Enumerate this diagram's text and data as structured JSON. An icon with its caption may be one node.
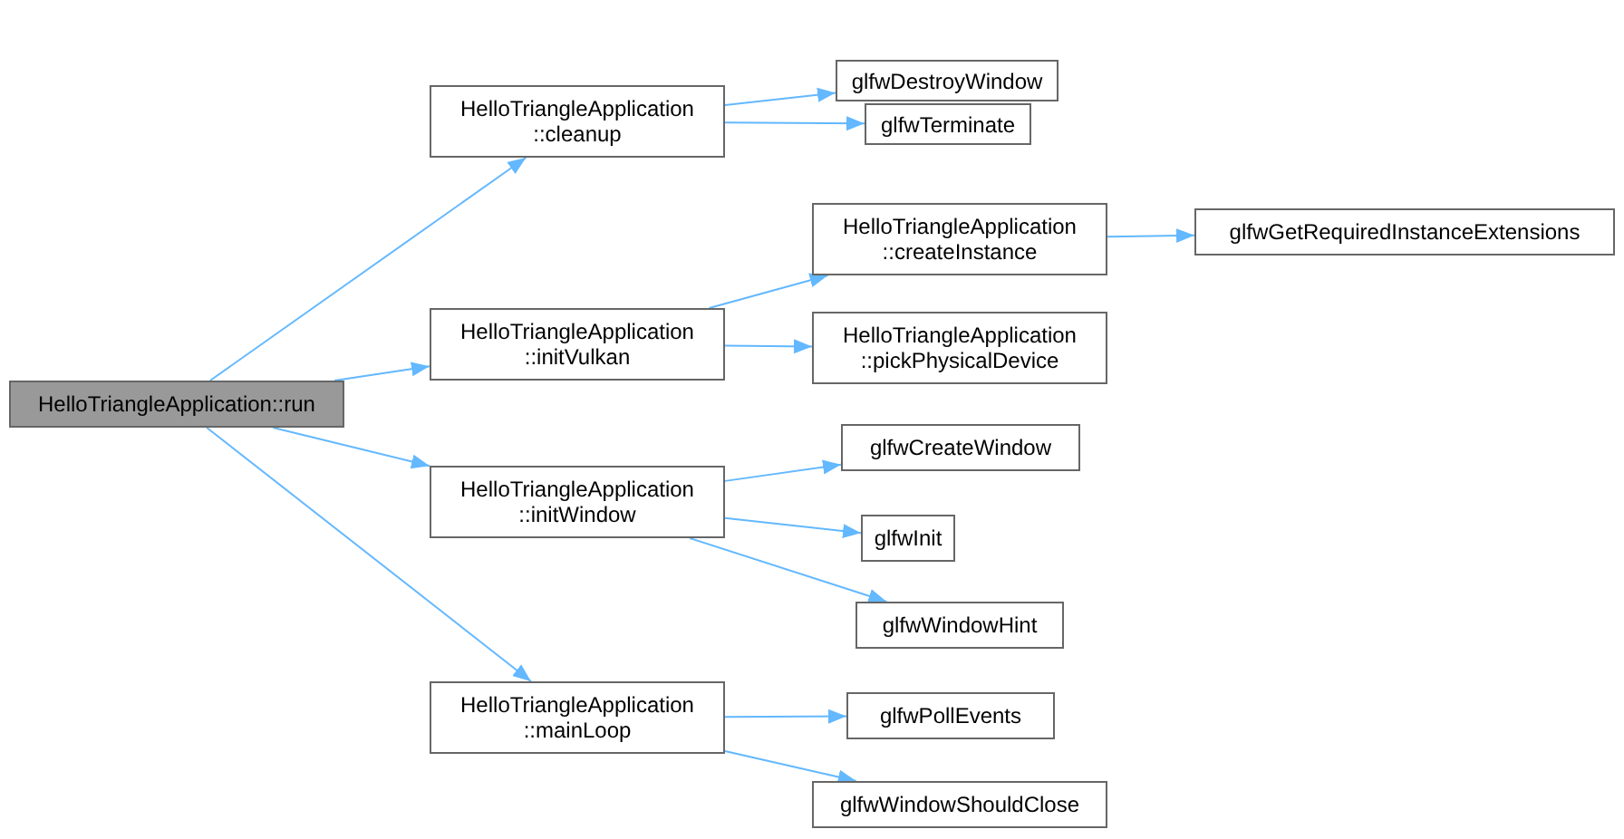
{
  "diagram": {
    "nodes": [
      {
        "text": [
          "HelloTriangleApplication::run"
        ]
      },
      {
        "text": [
          "HelloTriangleApplication ::cleanup"
        ]
      },
      {
        "text": [
          "glfwDestroyWindow"
        ]
      },
      {
        "text": [
          "glfwTerminate"
        ]
      },
      {
        "text": [
          "HelloTriangleApplication ::initVulkan"
        ]
      },
      {
        "text": [
          "HelloTriangleApplication ::createInstance"
        ]
      },
      {
        "text": [
          "glfwGetRequiredInstanceExtensions"
        ]
      },
      {
        "text": [
          "HelloTriangleApplication ::pickPhysicalDevice"
        ]
      },
      {
        "text": [
          "HelloTriangleApplication ::initWindow"
        ]
      },
      {
        "text": [
          "glfwCreateWindow"
        ]
      },
      {
        "text": [
          "glfwInit"
        ]
      },
      {
        "text": [
          "glfwWindowHint"
        ]
      },
      {
        "text": [
          "HelloTriangleApplication ::mainLoop"
        ]
      },
      {
        "text": [
          "glfwPollEvents"
        ]
      },
      {
        "text": [
          "glfwWindowShouldClose"
        ]
      }
    ],
    "edges": [
      {
        "from": 0,
        "to": 1,
        "arrow": "to"
      },
      {
        "from": 0,
        "to": 4,
        "arrow": "to"
      },
      {
        "from": 0,
        "to": 8,
        "arrow": "to"
      },
      {
        "from": 0,
        "to": 12,
        "arrow": "to"
      },
      {
        "from": 1,
        "to": 2,
        "arrow": "to"
      },
      {
        "from": 1,
        "to": 3,
        "arrow": "to"
      },
      {
        "from": 4,
        "to": 5,
        "arrow": "to"
      },
      {
        "from": 4,
        "to": 7,
        "arrow": "to"
      },
      {
        "from": 5,
        "to": 6,
        "arrow": "to"
      },
      {
        "from": 8,
        "to": 9,
        "arrow": "to"
      },
      {
        "from": 8,
        "to": 10,
        "arrow": "to"
      },
      {
        "from": 8,
        "to": 11,
        "arrow": "to"
      },
      {
        "from": 12,
        "to": 13,
        "arrow": "to"
      },
      {
        "from": 12,
        "to": 14,
        "arrow": "to"
      }
    ]
  }
}
